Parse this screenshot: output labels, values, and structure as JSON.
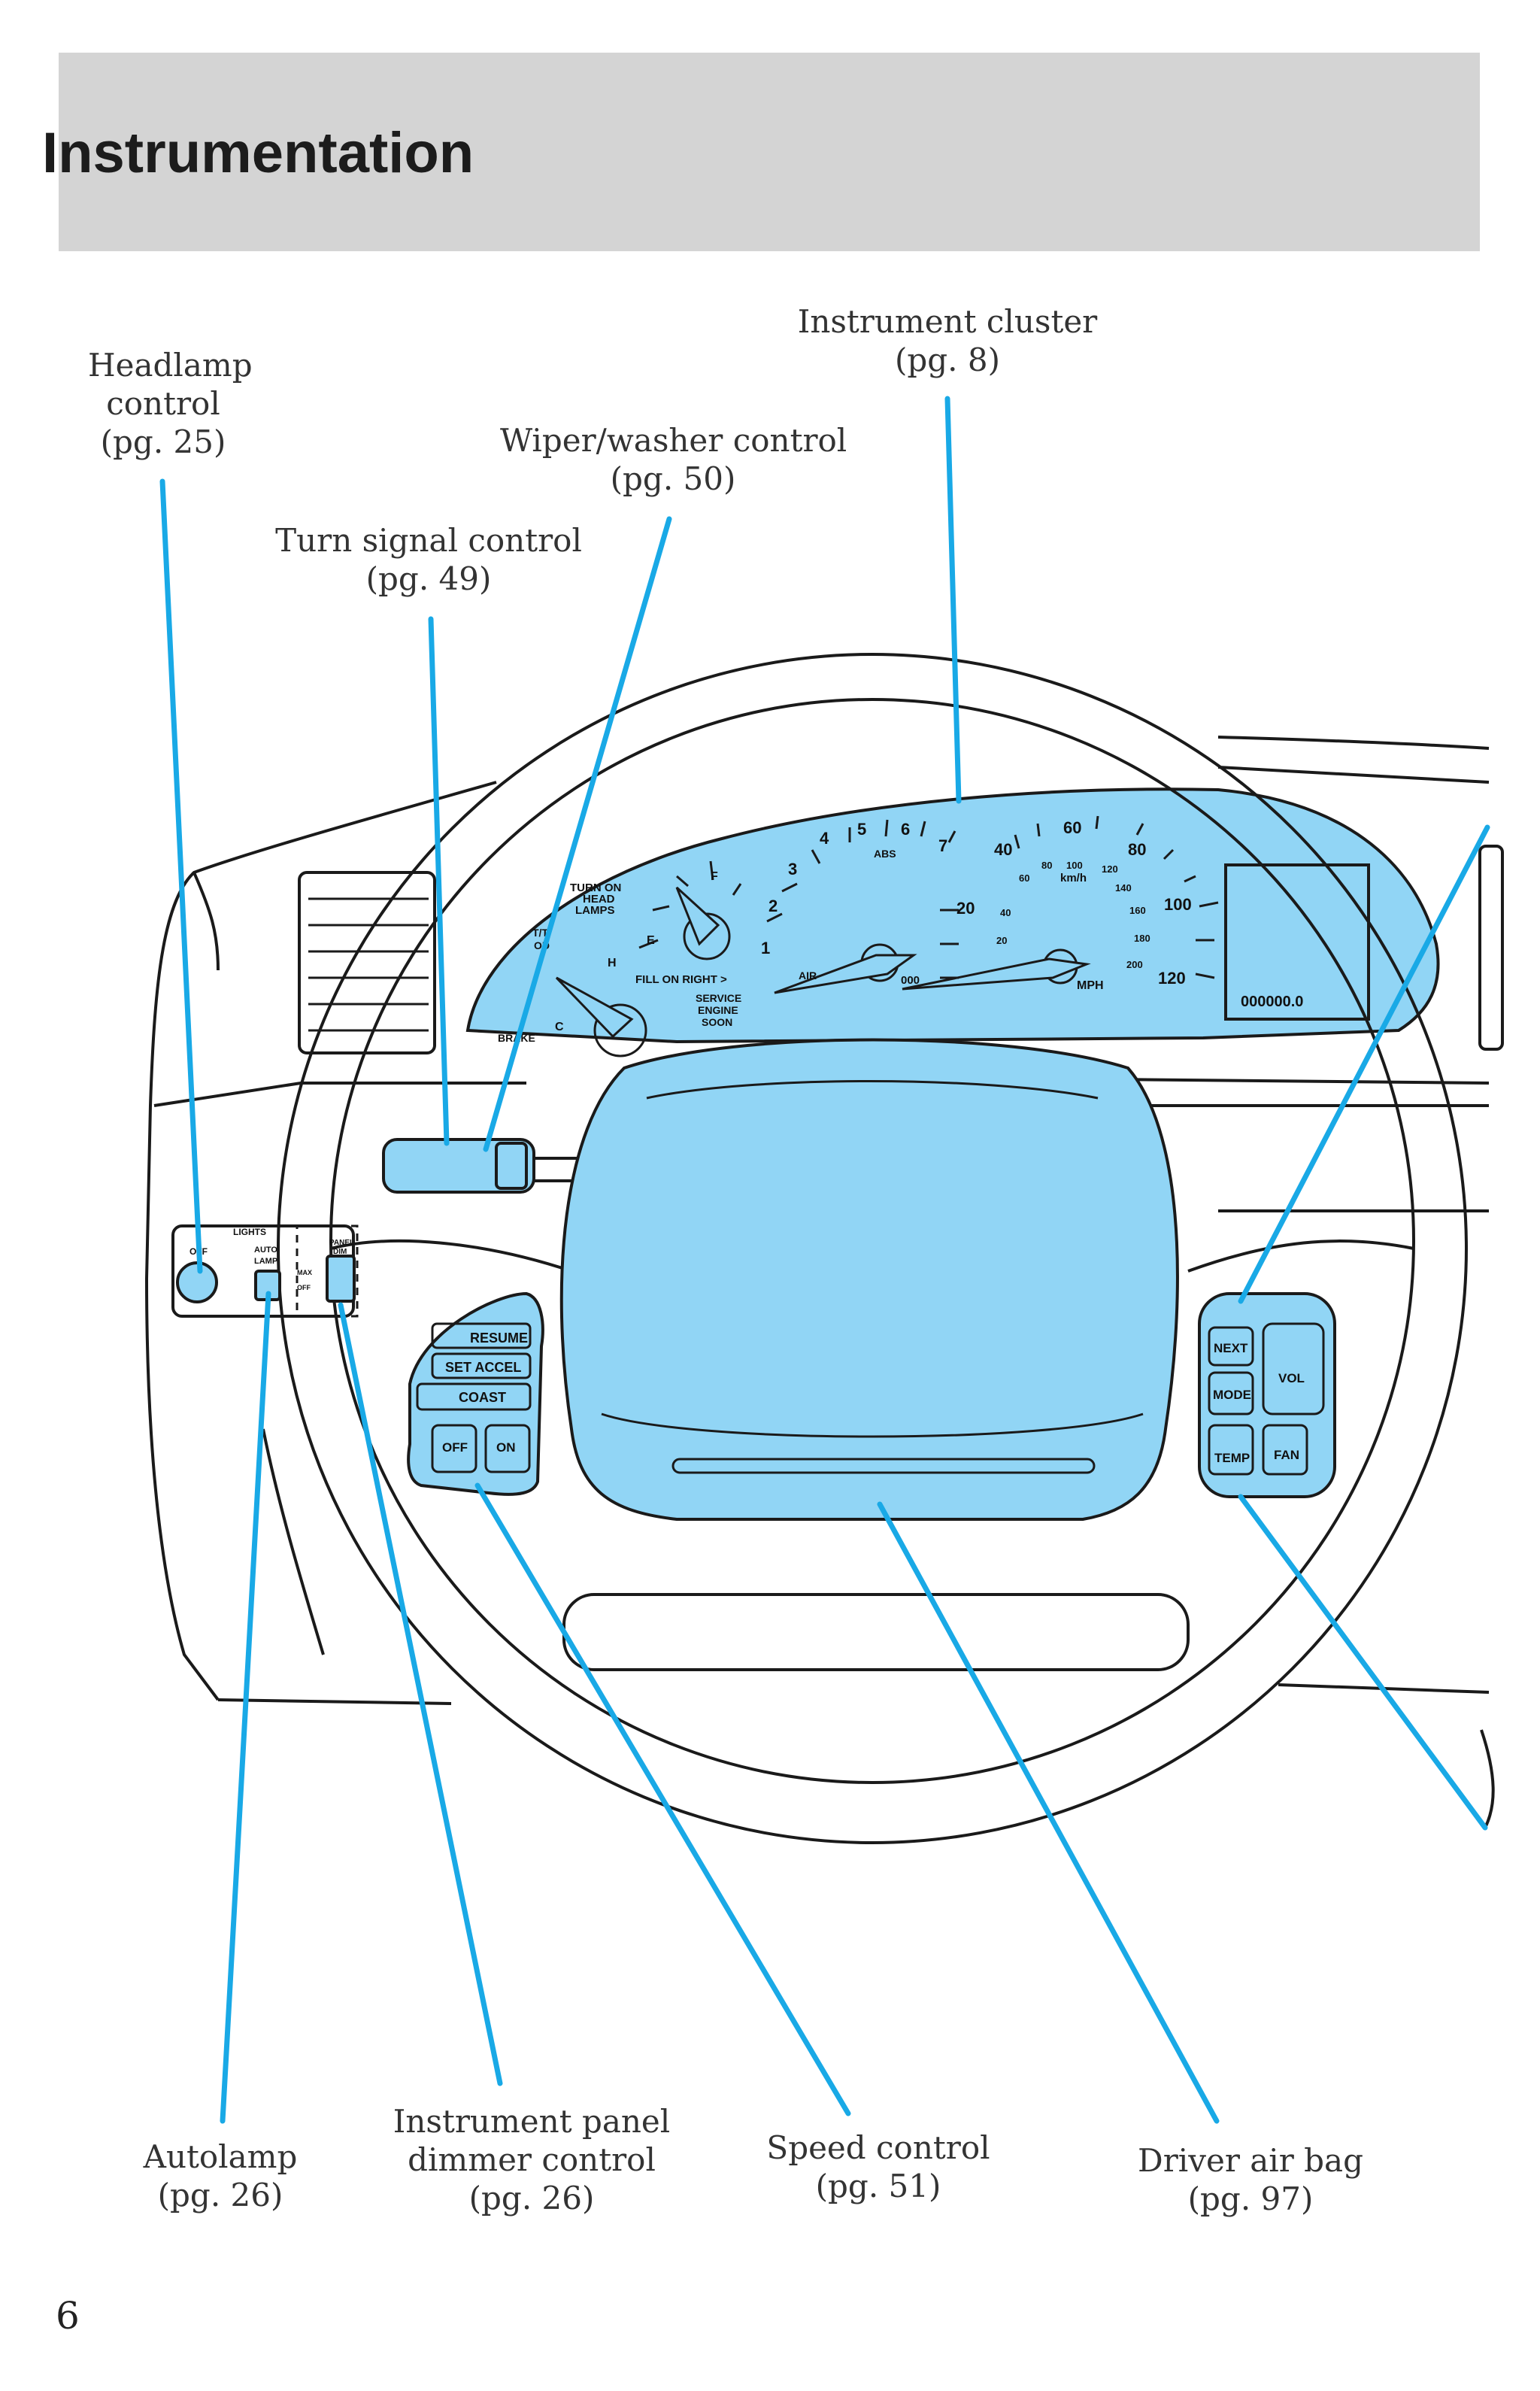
{
  "header": {
    "title": "Instrumentation"
  },
  "callouts": {
    "headlamp": {
      "lines": [
        "Headlamp",
        "control",
        "(pg. 25)"
      ]
    },
    "instrument_cluster": {
      "lines": [
        "Instrument cluster",
        "(pg. 8)"
      ]
    },
    "wiper": {
      "lines": [
        "Wiper/washer control",
        "(pg. 50)"
      ]
    },
    "turn_signal": {
      "lines": [
        "Turn signal control",
        "(pg. 49)"
      ]
    },
    "autolamp": {
      "lines": [
        "Autolamp",
        "(pg. 26)"
      ]
    },
    "dimmer": {
      "lines": [
        "Instrument panel",
        "dimmer control",
        "(pg. 26)"
      ]
    },
    "speed_control": {
      "lines": [
        "Speed control",
        "(pg. 51)"
      ]
    },
    "airbag": {
      "lines": [
        "Driver air bag",
        "(pg. 97)"
      ]
    }
  },
  "cluster": {
    "turn_on_headlamps": [
      "TURN ON",
      "HEAD",
      "LAMPS"
    ],
    "fuel_full": "F",
    "fuel_empty": "E",
    "fill_on_right": "FILL ON RIGHT >",
    "temp_hot": "H",
    "temp_cold": "C",
    "brake": "BRAKE",
    "abs": "ABS",
    "service_engine_soon": [
      "SERVICE",
      "ENGINE",
      "SOON"
    ],
    "air": "AIR",
    "tach_numbers": [
      "1",
      "2",
      "3",
      "4",
      "5",
      "6",
      "7"
    ],
    "mph_numbers": [
      "20",
      "40",
      "60",
      "80",
      "100",
      "120"
    ],
    "kmh_numbers": [
      "20",
      "40",
      "60",
      "80",
      "100",
      "120",
      "140",
      "160",
      "180",
      "200"
    ],
    "kmh_unit": "km/h",
    "mph_unit": "MPH",
    "odometer": "000000.0",
    "trip_odometer": "000",
    "tt_label": "T/T",
    "od_label": "OD"
  },
  "headlamp_panel": {
    "lights": "LIGHTS",
    "off": "OFF",
    "auto_lamp": [
      "AUTO",
      "LAMP"
    ],
    "panel_dim": [
      "PANEL",
      "DIM"
    ],
    "max": "MAX",
    "off_small": "OFF"
  },
  "speed_buttons": {
    "resume": "RESUME",
    "set_accel": "SET ACCEL",
    "coast": "COAST",
    "off": "OFF",
    "on": "ON"
  },
  "audio_buttons": {
    "next": "NEXT",
    "mode": "MODE",
    "vol": "VOL",
    "temp": "TEMP",
    "fan": "FAN"
  },
  "page_number": "6",
  "colors": {
    "leader": "#19a9e6",
    "highlight": "#91d5f5",
    "header_bg": "#d4d4d4"
  }
}
